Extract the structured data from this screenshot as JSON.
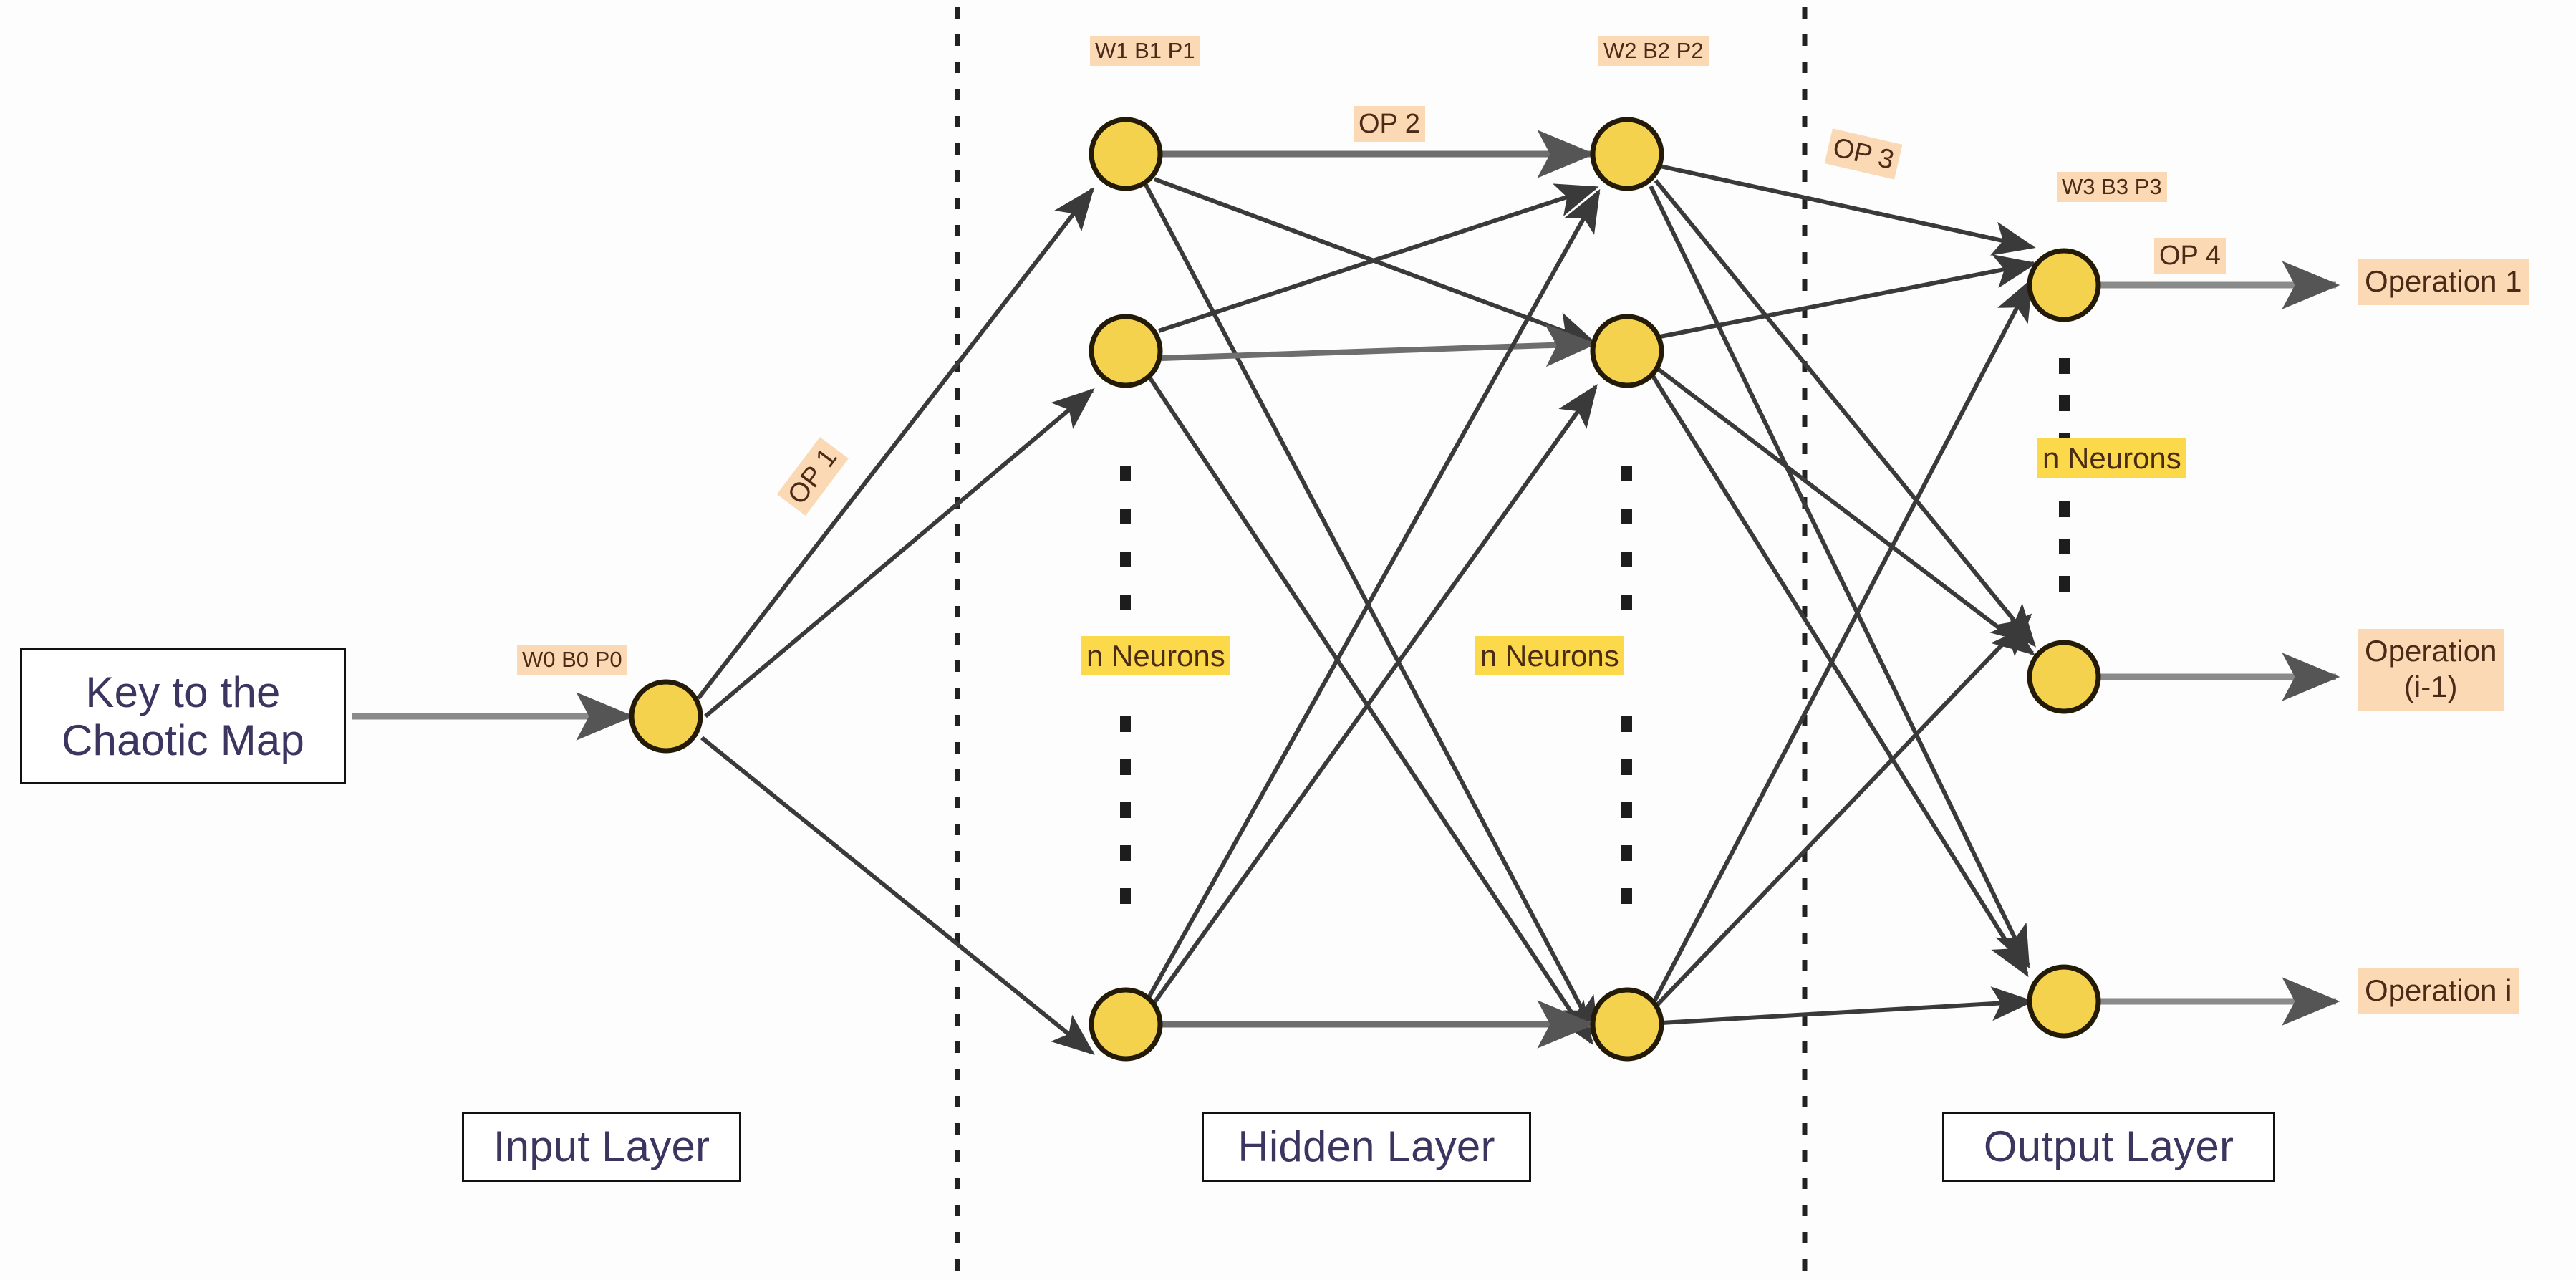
{
  "diagram": {
    "title": "Chaotic-map keyed neural network operation selector",
    "input_box": "Key to the\nChaotic Map",
    "layer_labels": {
      "input": "Input Layer",
      "hidden": "Hidden Layer",
      "output": "Output Layer"
    },
    "parameter_chips": [
      {
        "id": "w0",
        "text": "W0 B0 P0",
        "layer": "input",
        "style": "peach"
      },
      {
        "id": "w1",
        "text": "W1 B1 P1",
        "layer": "hidden1",
        "style": "peach"
      },
      {
        "id": "w2",
        "text": "W2 B2 P2",
        "layer": "hidden2",
        "style": "peach"
      },
      {
        "id": "w3",
        "text": "W3 B3 P3",
        "layer": "output",
        "style": "peach"
      }
    ],
    "operation_chips": [
      {
        "id": "op1",
        "text": "OP 1",
        "style": "peach",
        "rotated": true
      },
      {
        "id": "op2",
        "text": "OP 2",
        "style": "peach",
        "rotated": false
      },
      {
        "id": "op3",
        "text": "OP 3",
        "style": "peach",
        "rotated": true
      },
      {
        "id": "op4",
        "text": "OP 4",
        "style": "peach",
        "rotated": false
      }
    ],
    "neuron_count_chips": [
      {
        "id": "hidden-col-1",
        "text": "n Neurons",
        "style": "yellow"
      },
      {
        "id": "hidden-col-2",
        "text": "n Neurons",
        "style": "yellow"
      },
      {
        "id": "output-col",
        "text": "n Neurons",
        "style": "yellow"
      }
    ],
    "outputs": [
      {
        "id": "operation-1",
        "text": "Operation 1"
      },
      {
        "id": "operation-i-1",
        "text": "Operation\n(i-1)"
      },
      {
        "id": "operation-i",
        "text": "Operation i"
      }
    ],
    "colors": {
      "neuron_fill": "#F5D24D",
      "neuron_stroke": "#231a08",
      "chip_peach": "#fbd9b4",
      "chip_yellow": "#fcd94a",
      "chip_text": "#4a2b17",
      "box_text": "#3b3560",
      "connection": "#3a3a3a",
      "gray_arrow": "#8a8a8a",
      "divider": "#222222",
      "background": "#fdfdfd"
    },
    "structure": {
      "input_neurons": 1,
      "hidden_column_1_shown": 3,
      "hidden_column_2_shown": 3,
      "output_neurons_shown": 3,
      "dividers": 2,
      "vertical_ellipses": 3
    }
  }
}
